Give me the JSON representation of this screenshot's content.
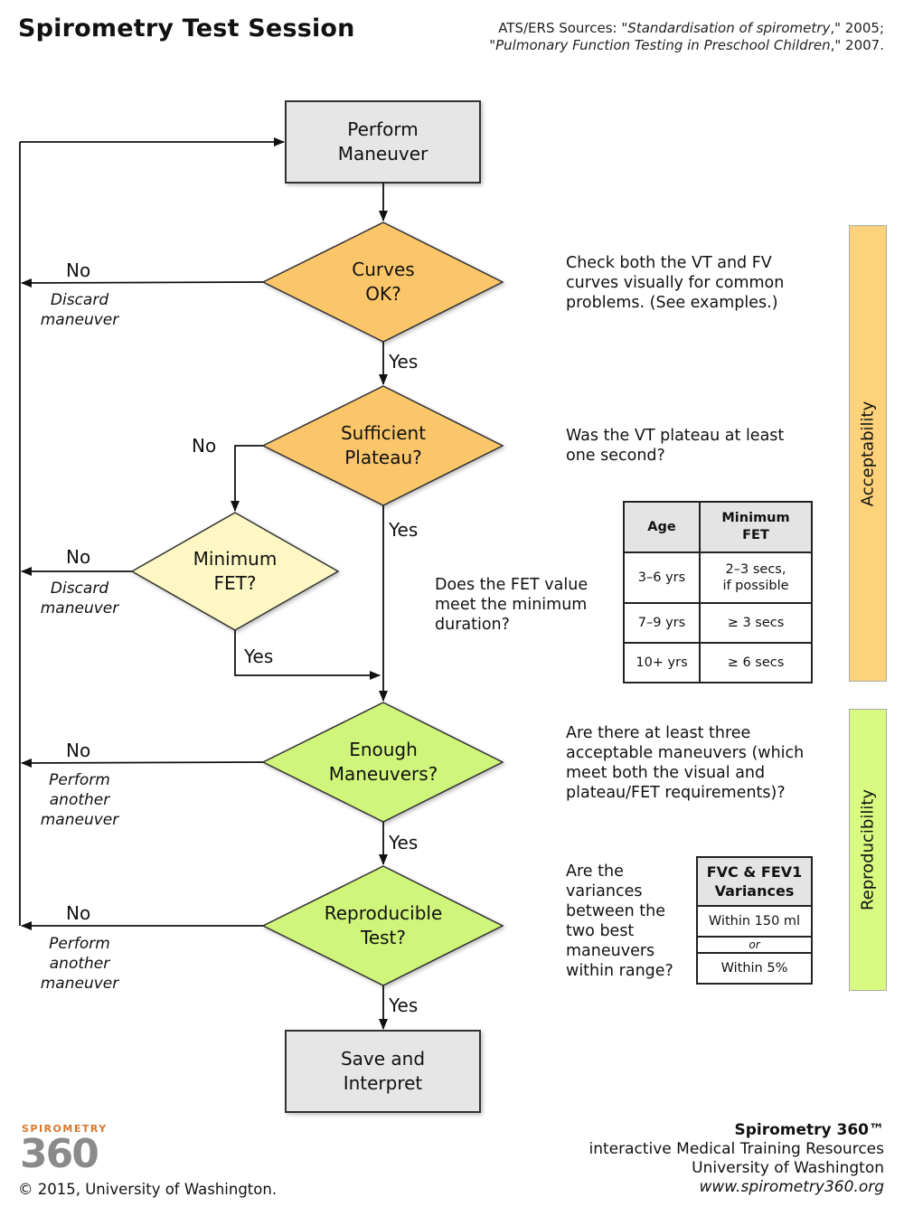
{
  "header": {
    "title": "Spirometry Test Session",
    "sources_prefix": "ATS/ERS Sources: \"",
    "source1_title": "Standardisation of spirometry",
    "source1_year": ",\" 2005;",
    "source2_open": "\"",
    "source2_title": "Pulmonary Function Testing in Preschool Children",
    "source2_year": ",\" 2007."
  },
  "nodes": {
    "perform": {
      "line1": "Perform",
      "line2": "Maneuver"
    },
    "curves": {
      "line1": "Curves",
      "line2": "OK?"
    },
    "plateau": {
      "line1": "Sufficient",
      "line2": "Plateau?"
    },
    "fet": {
      "line1": "Minimum",
      "line2": "FET?"
    },
    "enough": {
      "line1": "Enough",
      "line2": "Maneuvers?"
    },
    "repro": {
      "line1": "Reproducible",
      "line2": "Test?"
    },
    "save": {
      "line1": "Save and",
      "line2": "Interpret"
    }
  },
  "edges": {
    "yes": "Yes",
    "no": "No",
    "discard_1": "Discard",
    "discard_2": "maneuver",
    "another_1": "Perform",
    "another_2": "another",
    "another_3": "maneuver"
  },
  "notes": {
    "curves": [
      "Check both the VT and FV",
      "curves visually for common",
      "problems. (See examples.)"
    ],
    "plateau": [
      "Was the VT plateau at least",
      "one second?"
    ],
    "fet": [
      "Does the FET value",
      "meet the minimum",
      "duration?"
    ],
    "enough": [
      "Are there at least three",
      "acceptable maneuvers (which",
      "meet both the visual and",
      "plateau/FET requirements)?"
    ],
    "repro": [
      "Are the",
      "variances",
      "between the",
      "two best",
      "maneuvers",
      "within range?"
    ]
  },
  "fet_table": {
    "headers": [
      "Age",
      "Minimum FET"
    ],
    "header2_line1": "Minimum",
    "header2_line2": "FET",
    "rows": [
      {
        "age": "3–6 yrs",
        "fet_line1": "2–3 secs,",
        "fet_line2": "if possible"
      },
      {
        "age": "7–9 yrs",
        "fet_line1": "≥ 3 secs",
        "fet_line2": ""
      },
      {
        "age": "10+ yrs",
        "fet_line1": "≥ 6 secs",
        "fet_line2": ""
      }
    ]
  },
  "variance_table": {
    "header_line1": "FVC & FEV1",
    "header_line2": "Variances",
    "row1": "Within 150 ml",
    "or": "or",
    "row2": "Within 5%"
  },
  "bands": {
    "acceptability": "Acceptability",
    "reproducibility": "Reproducibility"
  },
  "footer": {
    "logo_small": "SPIROMETRY",
    "logo_big": "360",
    "brand": "Spirometry 360™",
    "line2": "interactive Medical Training Resources",
    "line3": "University of Washington",
    "url": "www.spirometry360.org",
    "copyright": "© 2015, University of Washington."
  },
  "colors": {
    "box_fill": "#e6e6e6",
    "orange": "#fbc66a",
    "light_yellow": "#fdf7c3",
    "green": "#cff57a",
    "band_orange": "#fdd27a",
    "band_green": "#d8fa80",
    "table_header": "#e4e4e4"
  }
}
